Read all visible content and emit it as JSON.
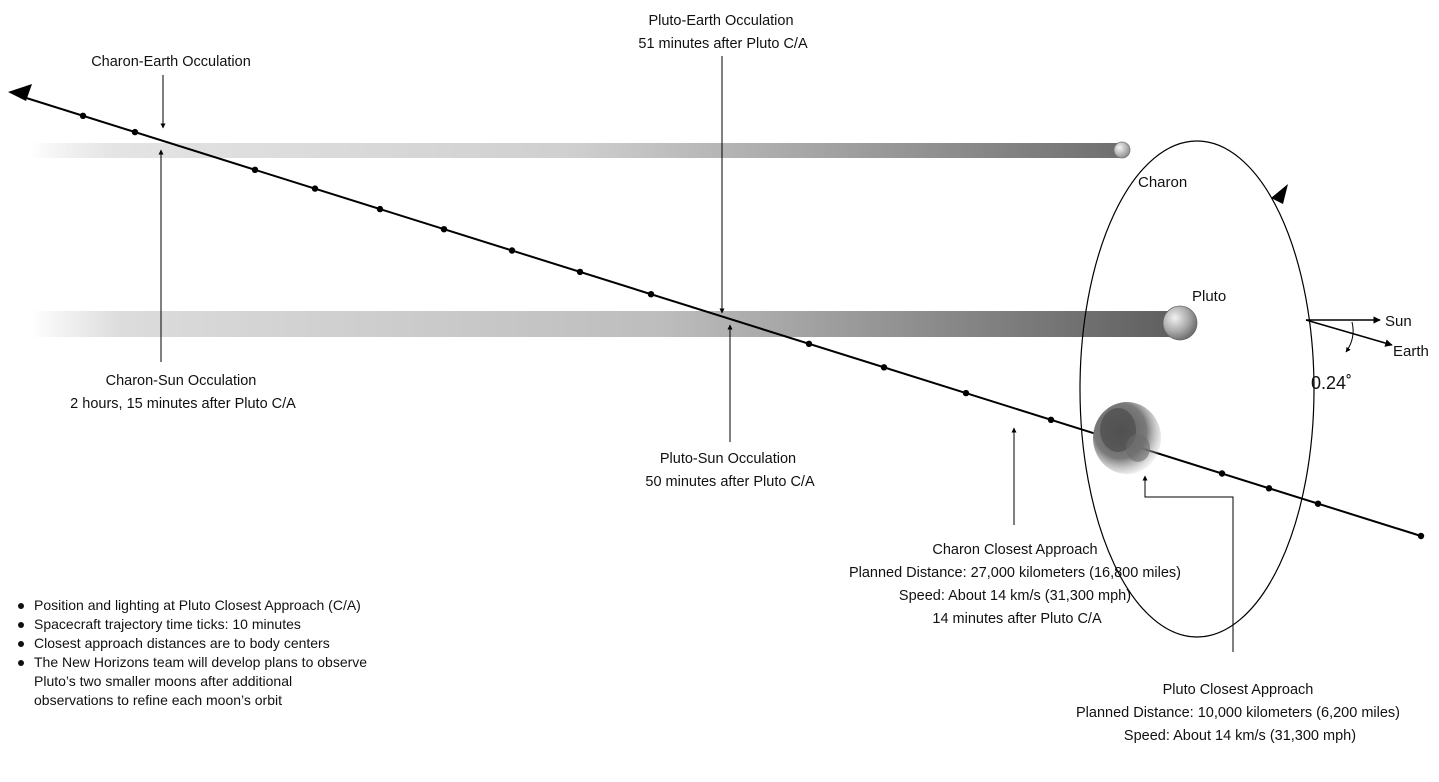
{
  "labels": {
    "charon_earth_occultation": [
      "Charon-Earth Occulation"
    ],
    "pluto_earth_occultation": [
      "Pluto-Earth Occulation",
      "51 minutes after Pluto C/A"
    ],
    "charon_sun_occultation": [
      "Charon-Sun Occulation",
      "2 hours, 15 minutes after Pluto C/A"
    ],
    "pluto_sun_occultation": [
      "Pluto-Sun Occulation",
      "50 minutes after Pluto C/A"
    ],
    "charon_closest_approach": [
      "Charon Closest Approach",
      "Planned Distance: 27,000 kilometers (16,800 miles)",
      "Speed: About 14 km/s (31,300 mph)",
      "14 minutes after Pluto C/A"
    ],
    "pluto_closest_approach": [
      "Pluto Closest Approach",
      "Planned Distance: 10,000 kilometers (6,200 miles)",
      "Speed: About 14 km/s (31,300 mph)"
    ]
  },
  "bodies": {
    "charon": "Charon",
    "pluto": "Pluto"
  },
  "direction": {
    "sun": "Sun",
    "earth": "Earth",
    "angle": "0.24˚"
  },
  "notes": [
    "Position and lighting at Pluto Closest Approach (C/A)",
    "Spacecraft trajectory time ticks:  10 minutes",
    "Closest approach distances are to body centers",
    "The New Horizons team will develop plans to observe Pluto’s two smaller moons after additional observations to refine each moon’s orbit"
  ]
}
